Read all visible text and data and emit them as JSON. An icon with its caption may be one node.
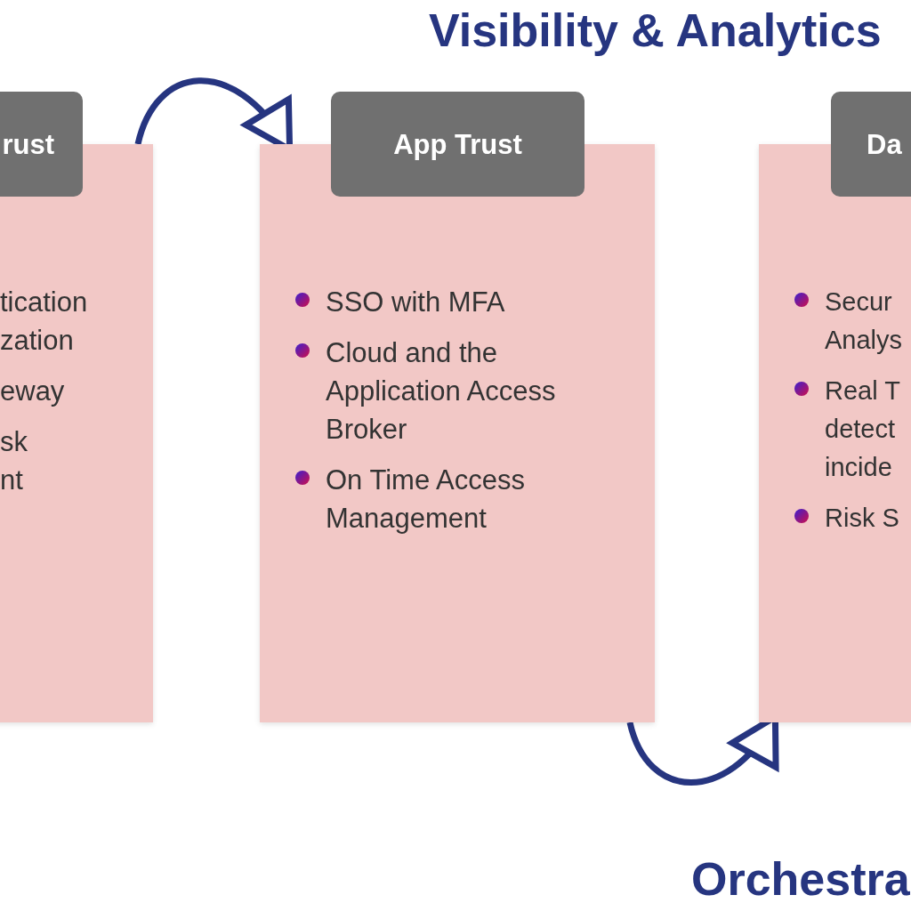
{
  "diagram": {
    "nodes": [
      {
        "text": [
          "rust",
          "tication zation",
          "eway",
          "sk nt"
        ]
      },
      {
        "text": [
          "App Trust",
          "SSO with MFA",
          "Cloud and the Application Access Broker",
          "On Time Access Management"
        ]
      },
      {
        "text": [
          "Da",
          "Secur Analys",
          "Real T detect incide",
          "Risk S"
        ]
      }
    ],
    "edges": [
      {
        "from": 0,
        "to": 1,
        "arrow": "to"
      },
      {
        "from": 1,
        "to": 2,
        "arrow": "to"
      }
    ],
    "labels": [
      "Visibility & Analytics",
      "Orchestra"
    ]
  }
}
